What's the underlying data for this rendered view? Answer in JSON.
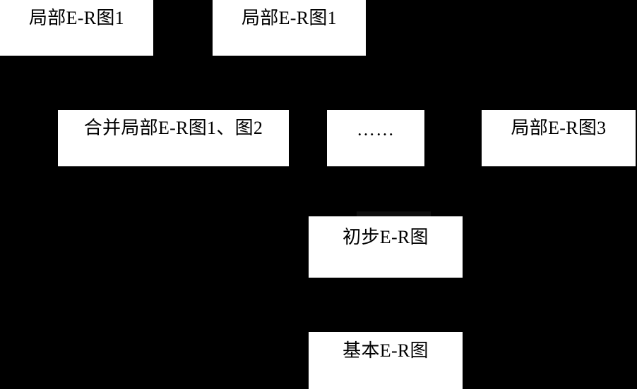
{
  "diagram": {
    "title": "E-R Diagram Merge Flow",
    "background_color": "#000000",
    "box_fill_color": "#ffffff",
    "text_color": "#000000",
    "boxes": [
      {
        "id": "local-er-1",
        "label": "局部E-R图1"
      },
      {
        "id": "local-er-2",
        "label": "局部E-R图1"
      },
      {
        "id": "merge-er-1-2",
        "label": "合并局部E-R图1、图2"
      },
      {
        "id": "ellipsis",
        "label": "……"
      },
      {
        "id": "local-er-3",
        "label": "局部E-R图3"
      },
      {
        "id": "preliminary-er",
        "label": "初步E-R图"
      },
      {
        "id": "basic-er",
        "label": "基本E-R图"
      }
    ]
  }
}
